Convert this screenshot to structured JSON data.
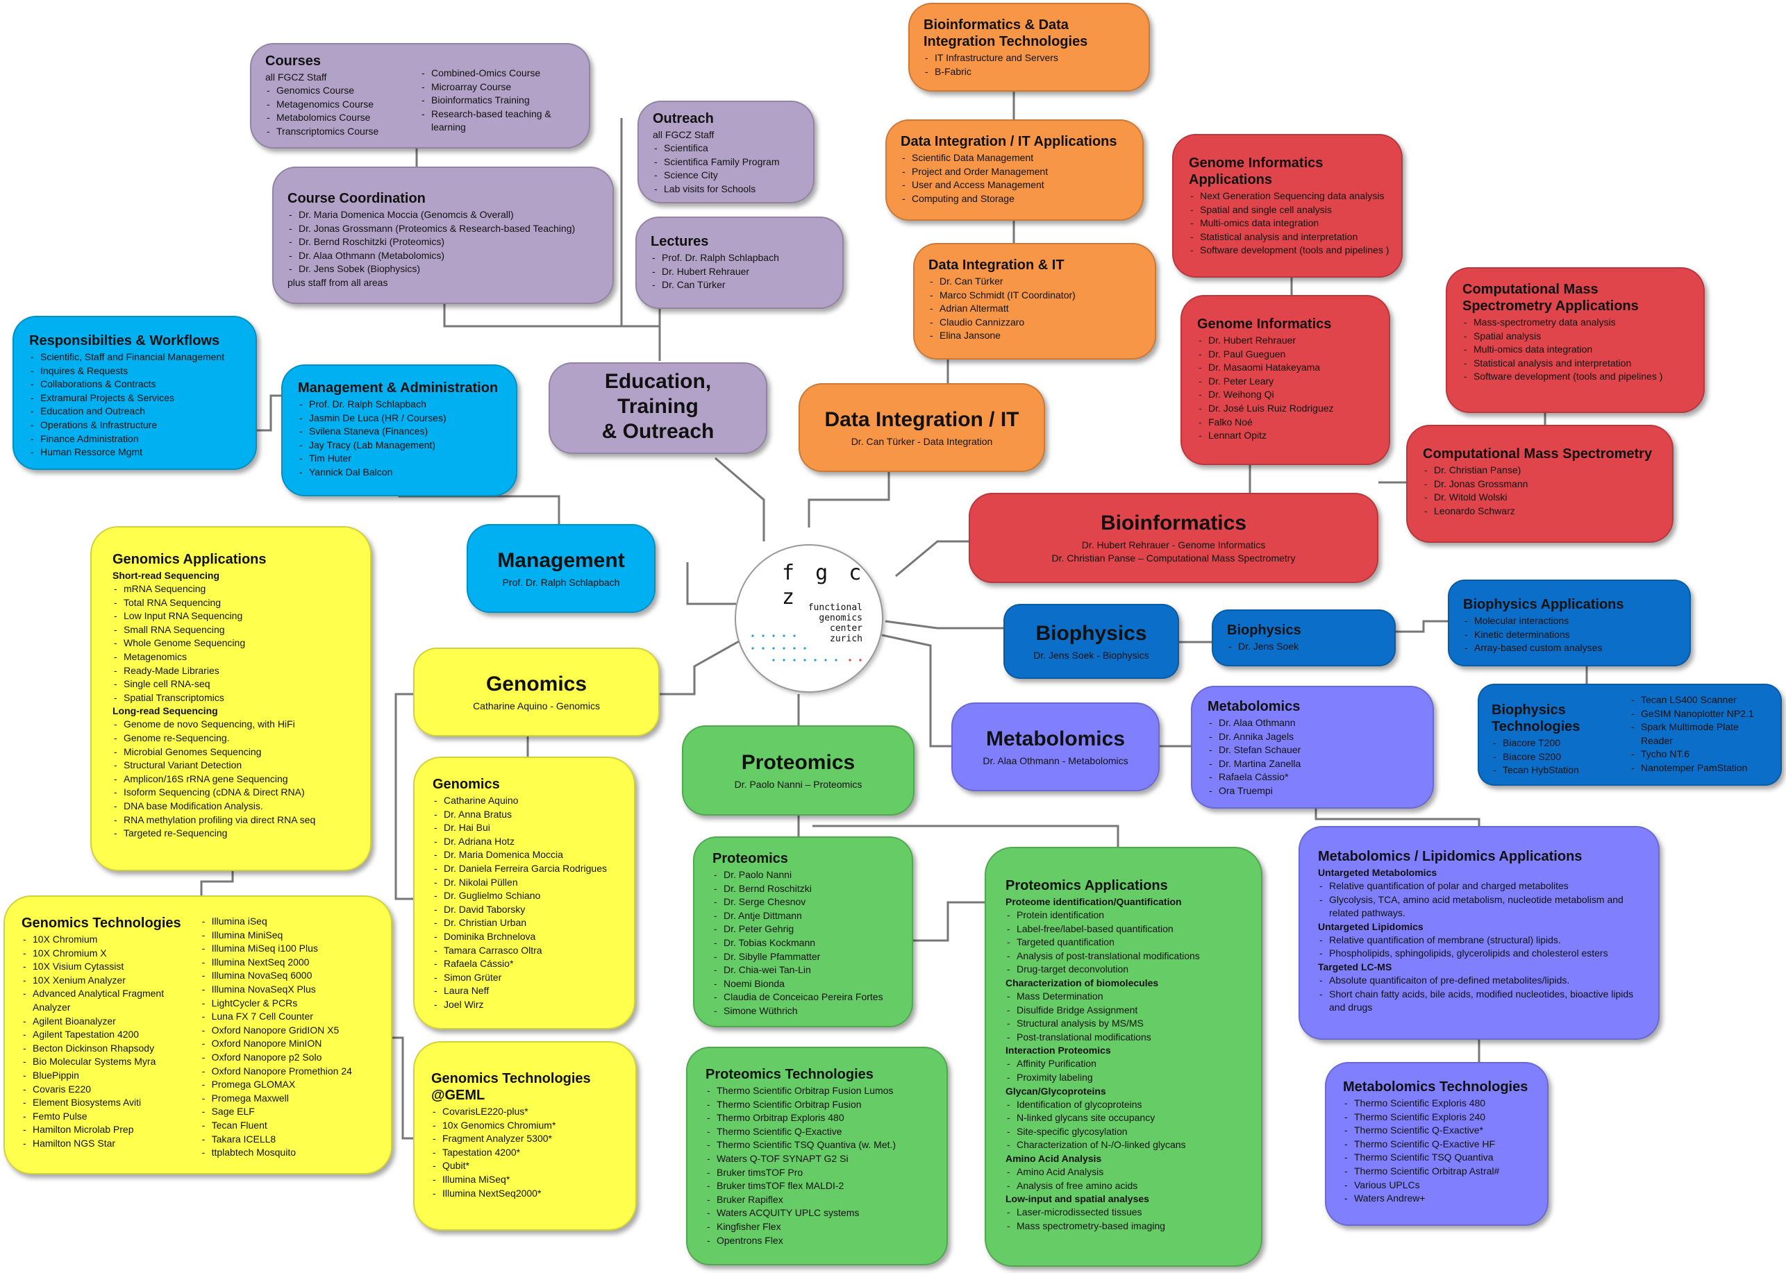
{
  "center": {
    "logo_text": "f g c z",
    "logo_lines": [
      "functional",
      "genomics",
      "center",
      "zurich"
    ]
  },
  "education_main": {
    "title_line1": "Education, Training",
    "title_line2": "& Outreach"
  },
  "courses": {
    "title": "Courses",
    "sub": "all FGCZ Staff",
    "col1": [
      "Genomics Course",
      "Metagenomics Course",
      "Metabolomics Course",
      "Transcriptomics Course"
    ],
    "col2": [
      "Combined-Omics Course",
      "Microarray Course",
      "Bioinformatics Training",
      "Research-based teaching & learning"
    ]
  },
  "outreach": {
    "title": "Outreach",
    "sub": "all FGCZ Staff",
    "items": [
      "Scientifica",
      "Scientifica Family Program",
      "Science City",
      "Lab visits for Schools"
    ]
  },
  "course_coordination": {
    "title": "Course Coordination",
    "items": [
      "Dr. Maria Domenica Moccia (Genomcis & Overall)",
      "Dr. Jonas Grossmann (Proteomics & Research-based Teaching)",
      "Dr. Bernd Roschitzki (Proteomics)",
      "Dr. Alaa Othmann (Metabolomics)",
      "Dr. Jens Sobek (Biophysics)"
    ],
    "footer": "plus staff from all areas"
  },
  "lectures": {
    "title": "Lectures",
    "items": [
      "Prof. Dr. Ralph Schlapbach",
      "Dr. Hubert Rehrauer",
      "Dr. Can Türker"
    ]
  },
  "responsibilities": {
    "title": "Responsibilties & Workflows",
    "items": [
      "Scientific, Staff and Financial Management",
      "Inquires & Requests",
      "Collaborations & Contracts",
      "Extramural Projects & Services",
      "Education and Outreach",
      "Operations & Infrastructure",
      "Finance Administration",
      "Human Ressorce Mgmt"
    ]
  },
  "mgmt_admin": {
    "title": "Management & Administration",
    "items": [
      "Prof. Dr. Ralph Schlapbach",
      "Jasmin De Luca (HR / Courses)",
      "Svilena Staneva (Finances)",
      "Jay Tracy (Lab Management)",
      "Tim Huter",
      "Yannick Dal Balcon"
    ]
  },
  "management_main": {
    "title": "Management",
    "sub": "Prof. Dr. Ralph Schlapbach"
  },
  "bioinf_dit_tech": {
    "title": "Bioinformatics & Data Integration Technologies",
    "items": [
      "IT Infrastructure and Servers",
      "B-Fabric"
    ]
  },
  "dit_apps": {
    "title": "Data Integration / IT Applications",
    "items": [
      "Scientific Data Management",
      "Project and Order Management",
      "User and Access Management",
      "Computing and Storage"
    ]
  },
  "dit_people": {
    "title": "Data Integration & IT",
    "items": [
      "Dr. Can Türker",
      "Marco Schmidt (IT Coordinator)",
      "Adrian Altermatt",
      "Claudio Cannizzaro",
      "Elina Jansone"
    ]
  },
  "dit_main": {
    "title": "Data Integration / IT",
    "sub": "Dr. Can Türker - Data Integration"
  },
  "genome_inf_apps": {
    "title": "Genome Informatics Applications",
    "items": [
      "Next Generation Sequencing data analysis",
      "Spatial and single cell analysis",
      "Multi-omics data integration",
      "Statistical analysis and interpretation",
      "Software development (tools and pipelines )"
    ]
  },
  "genome_inf": {
    "title": "Genome Informatics",
    "items": [
      "Dr. Hubert Rehrauer",
      "Dr. Paul Gueguen",
      "Dr. Masaomi Hatakeyama",
      "Dr. Peter Leary",
      "Dr. Weihong Qi",
      "Dr. José Luis Ruiz Rodriguez",
      "Falko Noé",
      "Lennart Opitz"
    ]
  },
  "cms_apps": {
    "title": "Computational Mass Spectrometry Applications",
    "items": [
      "Mass-spectrometry data analysis",
      "Spatial analysis",
      "Multi-omics data integration",
      "Statistical analysis and interpretation",
      "Software development (tools and pipelines )"
    ]
  },
  "cms": {
    "title": "Computational Mass Spectrometry",
    "items": [
      "Dr. Christian Panse)",
      "Dr. Jonas Grossmann",
      "Dr. Witold Wolski",
      "Leonardo Schwarz"
    ]
  },
  "bioinformatics_main": {
    "title": "Bioinformatics",
    "sub1": "Dr. Hubert Rehrauer - Genome Informatics",
    "sub2": "Dr. Christian Panse – Computational Mass Spectrometry"
  },
  "biophysics_main": {
    "title": "Biophysics",
    "sub": "Dr. Jens Soek - Biophysics"
  },
  "biophysics_people": {
    "title": "Biophysics",
    "items": [
      "Dr. Jens Soek"
    ]
  },
  "biophysics_apps": {
    "title": "Biophysics Applications",
    "items": [
      "Molecular interactions",
      "Kinetic determinations",
      "Array-based custom analyses"
    ]
  },
  "biophysics_tech": {
    "title_line1": "Biophysics",
    "title_line2": "Technologies",
    "col1": [
      "Biacore T200",
      "Biacore S200",
      "Tecan HybStation"
    ],
    "col2": [
      "Tecan LS400 Scanner",
      "GeSIM Nanoplotter NP2.1",
      "Spark Multimode Plate Reader",
      "Tycho NT.6",
      "Nanotemper PamStation"
    ]
  },
  "metabolomics_main": {
    "title": "Metabolomics",
    "sub": "Dr. Alaa Othmann - Metabolomics"
  },
  "metabolomics_people": {
    "title": "Metabolomics",
    "items": [
      "Dr. Alaa Othmann",
      "Dr. Annika Jagels",
      "Dr. Stefan Schauer",
      "Dr. Martina Zanella",
      "Rafaela Cássio*",
      "Ora Truempi"
    ]
  },
  "metab_apps": {
    "title": "Metabolomics / Lipidomics Applications",
    "h1": "Untargeted Metabolomics",
    "items1": [
      "Relative quantification of polar and charged metabolites",
      "Glycolysis, TCA, amino acid metabolism, nucleotide metabolism and related pathways."
    ],
    "h2": "Untargeted Lipidomics",
    "items2": [
      "Relative quantification of membrane (structural) lipids.",
      "Phospholipids, sphingolipids, glycerolipids and cholesterol esters"
    ],
    "h3": "Targeted LC-MS",
    "items3": [
      "Absolute quantificaiton of pre-defined  metabolites/lipids.",
      "Short chain fatty acids, bile acids, modified nucleotides, bioactive lipids and drugs"
    ]
  },
  "metab_tech": {
    "title": "Metabolomics Technologies",
    "items": [
      "Thermo Scientific Exploris 480",
      "Thermo Scientific Exploris 240",
      "Thermo Scientific Q-Exactive*",
      "Thermo Scientific Q-Exactive HF",
      "Thermo Scientific TSQ Quantiva",
      "Thermo Scientific Orbitrap Astral#",
      "Various UPLCs",
      "Waters Andrew+"
    ]
  },
  "proteomics_main": {
    "title": "Proteomics",
    "sub": "Dr. Paolo Nanni – Proteomics"
  },
  "proteomics_people": {
    "title": "Proteomics",
    "items": [
      "Dr. Paolo Nanni",
      "Dr. Bernd Roschitzki",
      "Dr. Serge Chesnov",
      "Dr. Antje Dittmann",
      "Dr. Peter Gehrig",
      "Dr. Tobias Kockmann",
      "Dr. Sibylle Pfammatter",
      "Dr. Chia-wei Tan-Lin",
      "Noemi Bionda",
      "Claudia de Conceicao Pereira Fortes",
      "Simone Wüthrich"
    ]
  },
  "proteomics_tech": {
    "title": "Proteomics Technologies",
    "items": [
      "Thermo Scientific Orbitrap Fusion Lumos",
      "Thermo Scientific Orbitrap Fusion",
      "Thermo Orbitrap Exploris 480",
      "Thermo Scientific Q-Exactive",
      "Thermo Scientific TSQ Quantiva (w. Met.)",
      "Waters Q-TOF SYNAPT G2 Si",
      "Bruker timsTOF Pro",
      "Bruker timsTOF flex MALDI-2",
      "Bruker Rapiflex",
      "Waters ACQUITY UPLC systems",
      "Kingfisher Flex",
      "Opentrons Flex"
    ]
  },
  "proteomics_apps": {
    "title": "Proteomics Applications",
    "sections": [
      {
        "head": "Proteome identification/Quantification",
        "items": [
          "Protein identification",
          "Label-free/label-based quantification",
          "Targeted quantification",
          "Analysis of post-translational modifications",
          "Drug-target deconvolution"
        ]
      },
      {
        "head": "Characterization of biomolecules",
        "items": [
          "Mass Determination",
          "Disulfide Bridge Assignment",
          "Structural analysis by MS/MS",
          "Post-translational modifications"
        ]
      },
      {
        "head": "Interaction Proteomics",
        "items": [
          "Affinity Purification",
          "Proximity labeling"
        ]
      },
      {
        "head": "Glycan/Glycoproteins",
        "items": [
          "Identification of glycoproteins",
          "N-linked glycans site occupancy",
          "Site-specific glycosylation",
          "Characterization of N-/O-linked glycans"
        ]
      },
      {
        "head": "Amino Acid Analysis",
        "items": [
          "Amino Acid Analysis",
          "Analysis of free amino acids"
        ]
      },
      {
        "head": "Low-input and spatial analyses",
        "items": [
          "Laser-microdissected tissues",
          "Mass spectrometry-based imaging"
        ]
      }
    ]
  },
  "genomics_main": {
    "title": "Genomics",
    "sub": "Catharine Aquino - Genomics"
  },
  "genomics_apps": {
    "title": "Genomics Applications",
    "h1": "Short-read Sequencing",
    "items1": [
      "mRNA Sequencing",
      "Total RNA Sequencing",
      "Low Input RNA Sequencing",
      "Small RNA Sequencing",
      "Whole Genome Sequencing",
      "Metagenomics",
      "Ready-Made Libraries",
      "Single cell RNA-seq",
      "Spatial Transcriptomics"
    ],
    "h2": "Long-read Sequencing",
    "items2": [
      "Genome de novo Sequencing, with HiFi",
      "Genome re-Sequencing.",
      "Microbial Genomes Sequencing",
      "Structural Variant Detection",
      "Amplicon/16S rRNA gene Sequencing",
      "Isoform Sequencing (cDNA & Direct RNA)",
      "DNA base Modification Analysis.",
      "RNA methylation profiling via direct RNA seq",
      "Targeted re-Sequencing"
    ]
  },
  "genomics_people": {
    "title": "Genomics",
    "items": [
      "Catharine Aquino",
      "Dr. Anna Bratus",
      "Dr. Hai Bui",
      "Dr. Adriana Hotz",
      "Dr. Maria Domenica Moccia",
      "Dr. Daniela Ferreira Garcia Rodrigues",
      "Dr. Nikolai Püllen",
      "Dr. Guglielmo Schiano",
      "Dr. David Taborsky",
      "Dr. Christian Urban",
      "Dominika Brchnelova",
      "Tamara Carrasco Oltra",
      "Rafaela Cássio*",
      "Simon Grüter",
      "Laura Neff",
      "Joel Wirz"
    ]
  },
  "genomics_tech": {
    "title": "Genomics Technologies",
    "col1": [
      "10X Chromium",
      "10X Chromium X",
      "10X Visium Cytassist",
      "10X Xenium Analyzer",
      "Advanced Analytical Fragment Analyzer",
      "Agilent Bioanalyzer",
      "Agilent Tapestation 4200",
      "Becton Dickinson Rhapsody",
      "Bio Molecular Systems Myra",
      "BluePippin",
      "Covaris E220",
      "Element Biosystems Aviti",
      "Femto Pulse",
      "Hamilton Microlab Prep",
      "Hamilton NGS Star"
    ],
    "col2": [
      "Illumina iSeq",
      "Illumina MiniSeq",
      "Illumina MiSeq i100 Plus",
      "Illumina NextSeq 2000",
      "Illumina NovaSeq 6000",
      "Illumina NovaSeqX Plus",
      "LightCycler & PCRs",
      "Luna FX 7 Cell Counter",
      "Oxford Nanopore GridION X5",
      "Oxford Nanopore MinION",
      "Oxford Nanopore p2 Solo",
      "Oxford Nanopore Promethion 24",
      "Promega GLOMAX",
      "Promega Maxwell",
      "Sage ELF",
      "Tecan Fluent",
      "Takara ICELL8",
      "ttplabtech Mosquito"
    ]
  },
  "genomics_geml": {
    "title_line1": "Genomics Technologies",
    "title_line2": "@GEML",
    "items": [
      "CovarisLE220-plus*",
      "10x Genomics Chromium*",
      "Fragment Analyzer 5300*",
      "Tapestation 4200*",
      "Qubit*",
      "Illumina MiSeq*",
      "Illumina NextSeq2000*"
    ]
  }
}
